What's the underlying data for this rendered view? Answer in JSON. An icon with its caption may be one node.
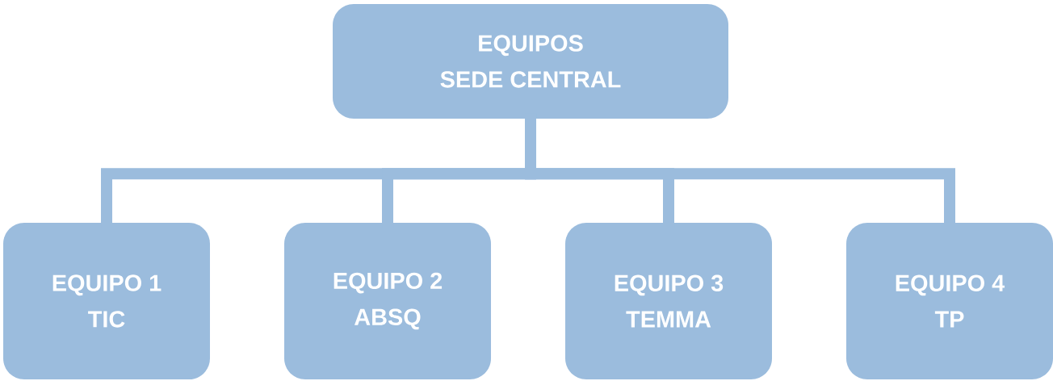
{
  "diagram": {
    "nodes": [
      {
        "text": [
          "EQUIPOS",
          "SEDE CENTRAL"
        ]
      },
      {
        "text": [
          "EQUIPO 1",
          "TIC"
        ]
      },
      {
        "text": [
          "EQUIPO 2",
          "ABSQ"
        ]
      },
      {
        "text": [
          "EQUIPO 3",
          "TEMMA"
        ]
      },
      {
        "text": [
          "EQUIPO 4",
          "TP"
        ]
      }
    ],
    "edges": [
      {
        "from": 0,
        "to": 1,
        "arrow": "none"
      },
      {
        "from": 0,
        "to": 2,
        "arrow": "none"
      },
      {
        "from": 0,
        "to": 3,
        "arrow": "none"
      },
      {
        "from": 0,
        "to": 4,
        "arrow": "none"
      }
    ]
  }
}
